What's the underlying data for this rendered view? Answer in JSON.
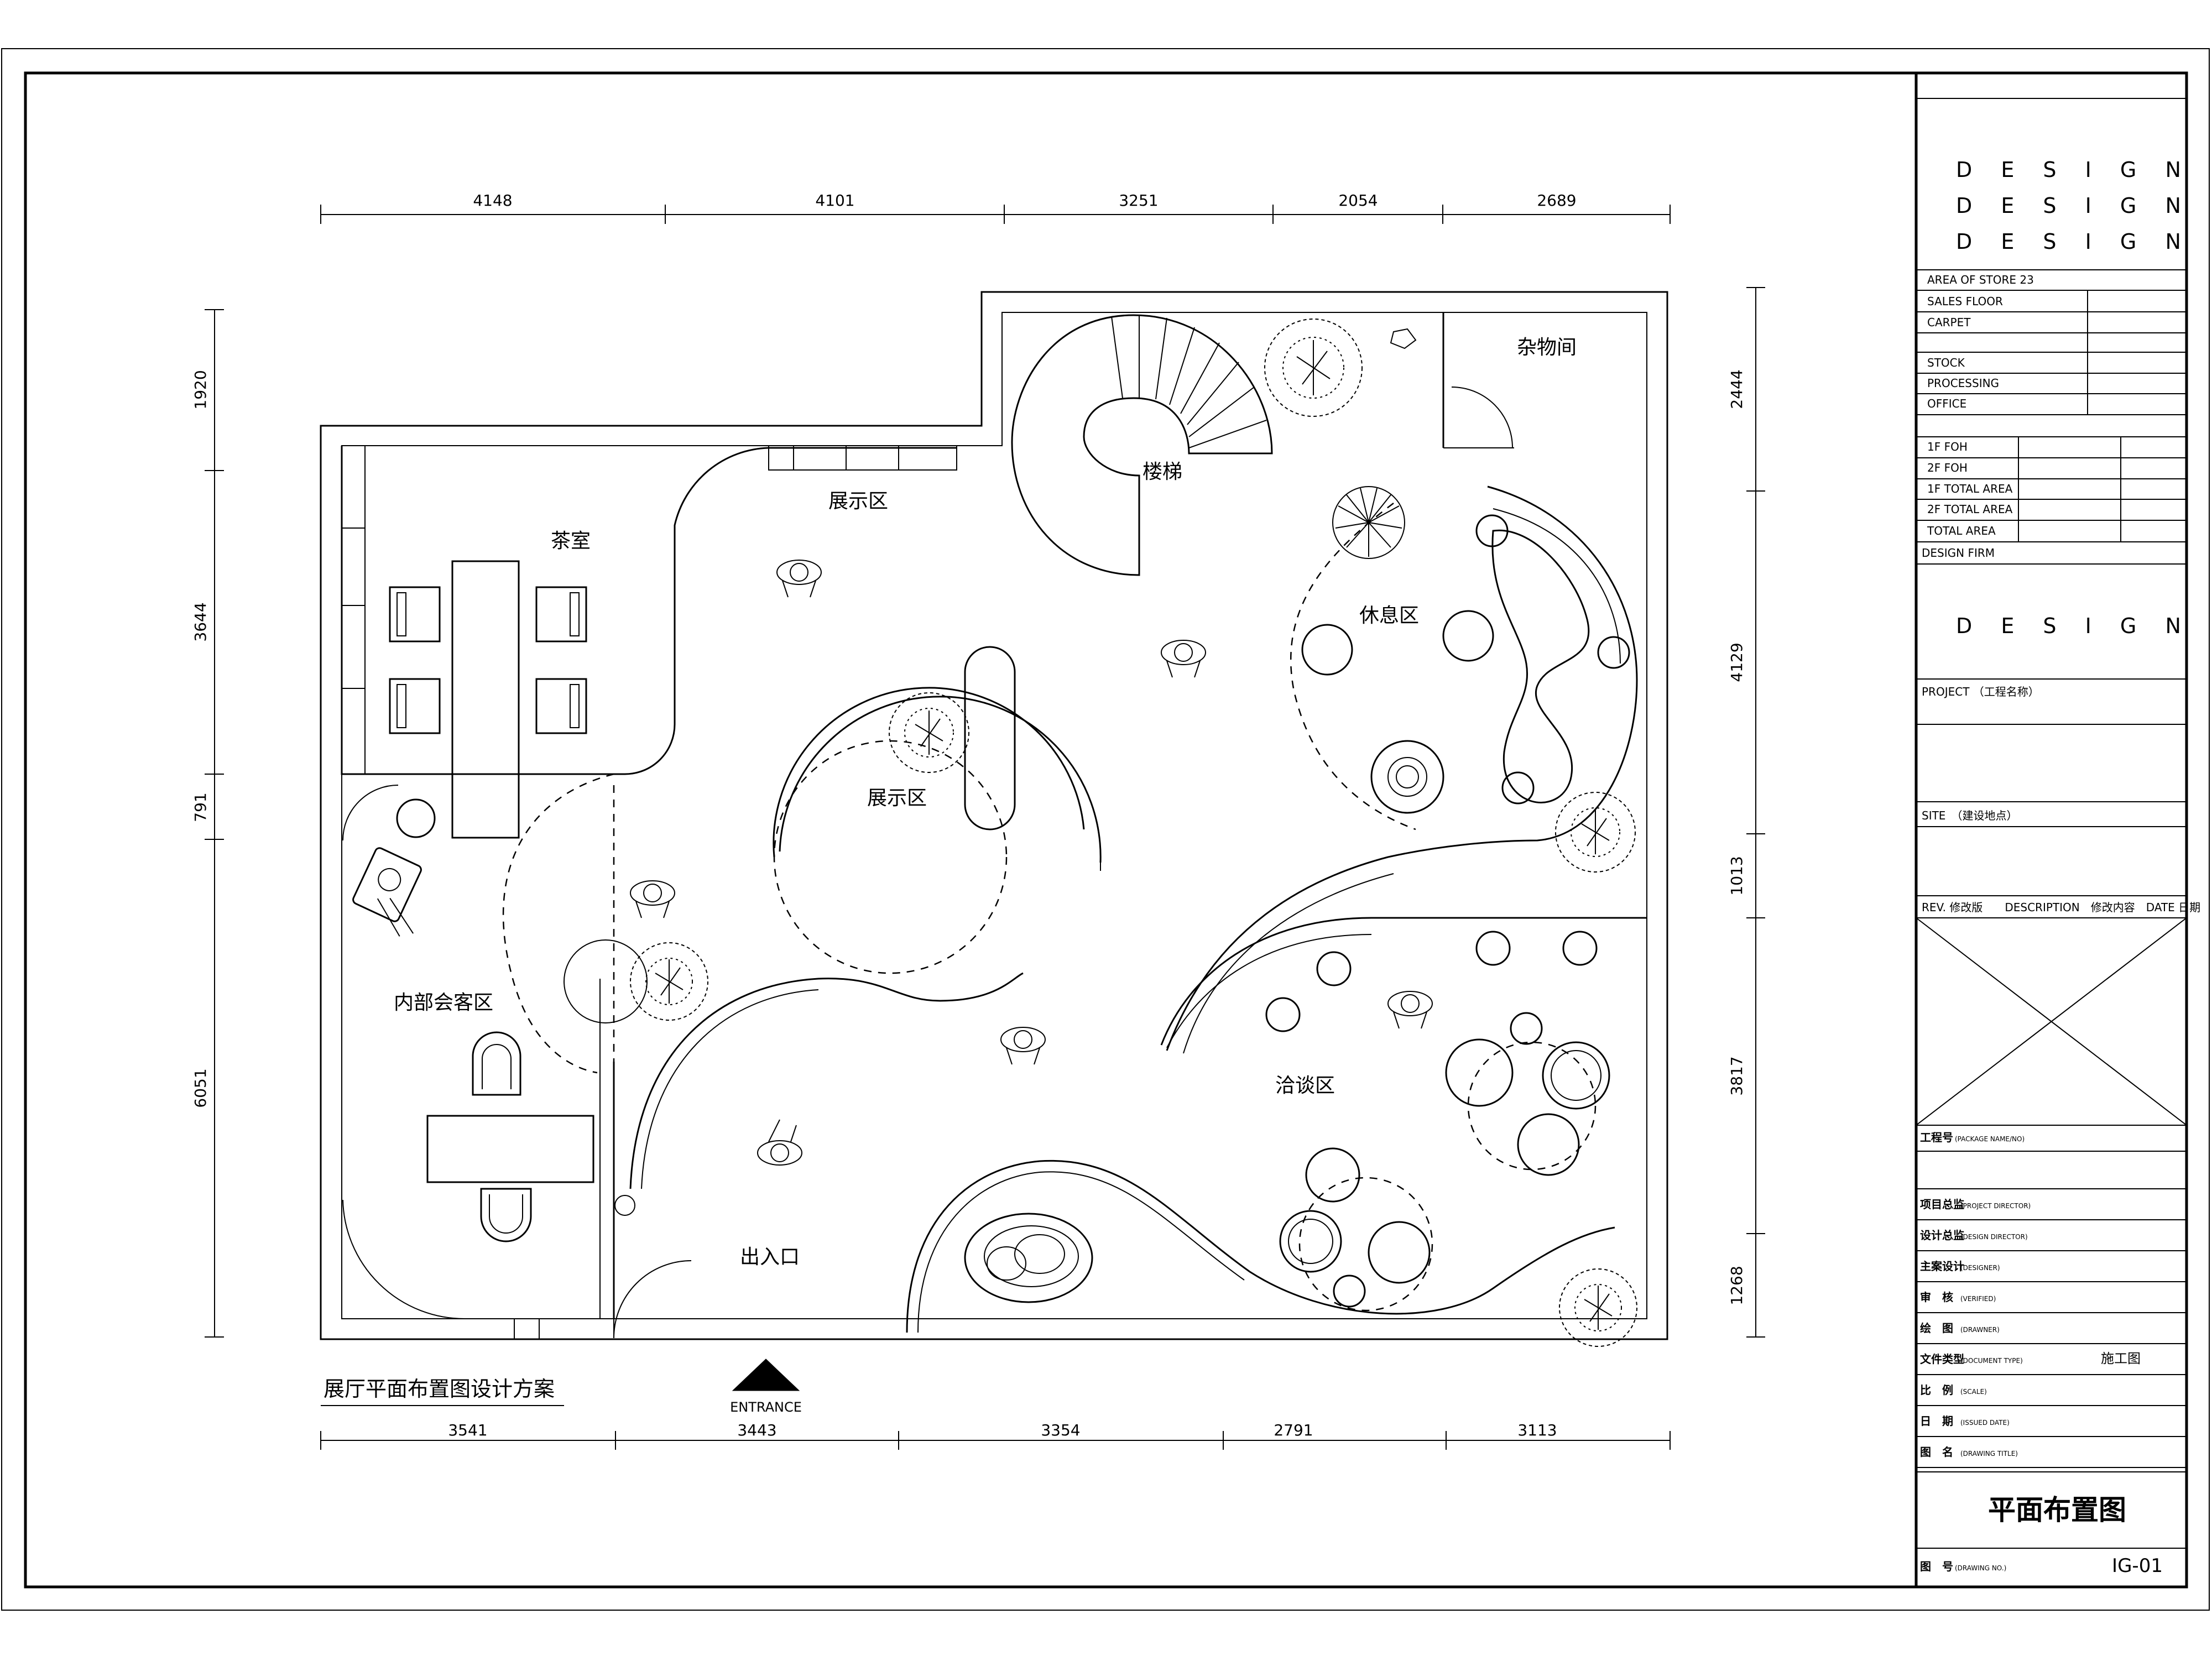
{
  "dims_top": [
    "4148",
    "4101",
    "3251",
    "2054",
    "2689"
  ],
  "dims_bottom": [
    "3541",
    "3443",
    "3354",
    "2791",
    "3113"
  ],
  "dims_left": [
    "1920",
    "3644",
    "791",
    "6051"
  ],
  "dims_right": [
    "2444",
    "4129",
    "1013",
    "3817",
    "1268"
  ],
  "rooms": {
    "tea_room": "茶室",
    "display_top": "展示区",
    "display_center": "展示区",
    "stairs": "楼梯",
    "storage": "杂物间",
    "lounge": "休息区",
    "meeting": "内部会客区",
    "negotiation": "洽谈区",
    "exit": "出入口"
  },
  "drawing_caption": "展厅平面布置图设计方案",
  "entrance_label": "ENTRANCE",
  "title_block": {
    "brand_lines": [
      "D E S I G N",
      "D E S I G N",
      "D E S I G N"
    ],
    "area_title": "AREA OF STORE 23",
    "area_rows": [
      "SALES FLOOR",
      "CARPET",
      "STOCK",
      "PROCESSING",
      "OFFICE"
    ],
    "area_rows2": [
      "1F FOH",
      "2F FOH",
      "1F TOTAL AREA",
      "2F TOTAL AREA",
      "TOTAL AREA"
    ],
    "design_firm": "DESIGN FIRM",
    "firm_name": "D E S I G N",
    "project": "PROJECT （工程名称）",
    "site": "SITE　（建设地点）",
    "rev_header": "REV. 修改版　　DESCRIPTION　修改内容　DATE 日期",
    "package": "工程号",
    "package_en": "(PACKAGE NAME/NO)",
    "roles": [
      {
        "cn": "项目总监",
        "en": "(PROJECT DIRECTOR)",
        "value": ""
      },
      {
        "cn": "设计总监",
        "en": "(DESIGN DIRECTOR)",
        "value": ""
      },
      {
        "cn": "主案设计",
        "en": "(DESIGNER)",
        "value": ""
      },
      {
        "cn": "审　核",
        "en": "(VERIFIED)",
        "value": ""
      },
      {
        "cn": "绘　图",
        "en": "(DRAWNER)",
        "value": ""
      },
      {
        "cn": "文件类型",
        "en": "(DOCUMENT TYPE)",
        "value": "施工图"
      },
      {
        "cn": "比　例",
        "en": "(SCALE)",
        "value": ""
      },
      {
        "cn": "日　期",
        "en": "(ISSUED DATE)",
        "value": ""
      },
      {
        "cn": "图　名",
        "en": "(DRAWING TITLE)",
        "value": ""
      }
    ],
    "drawing_title": "平面布置图",
    "drawing_no_label": "图　号",
    "drawing_no_en": "(DRAWING NO.)",
    "drawing_no": "IG-01"
  }
}
